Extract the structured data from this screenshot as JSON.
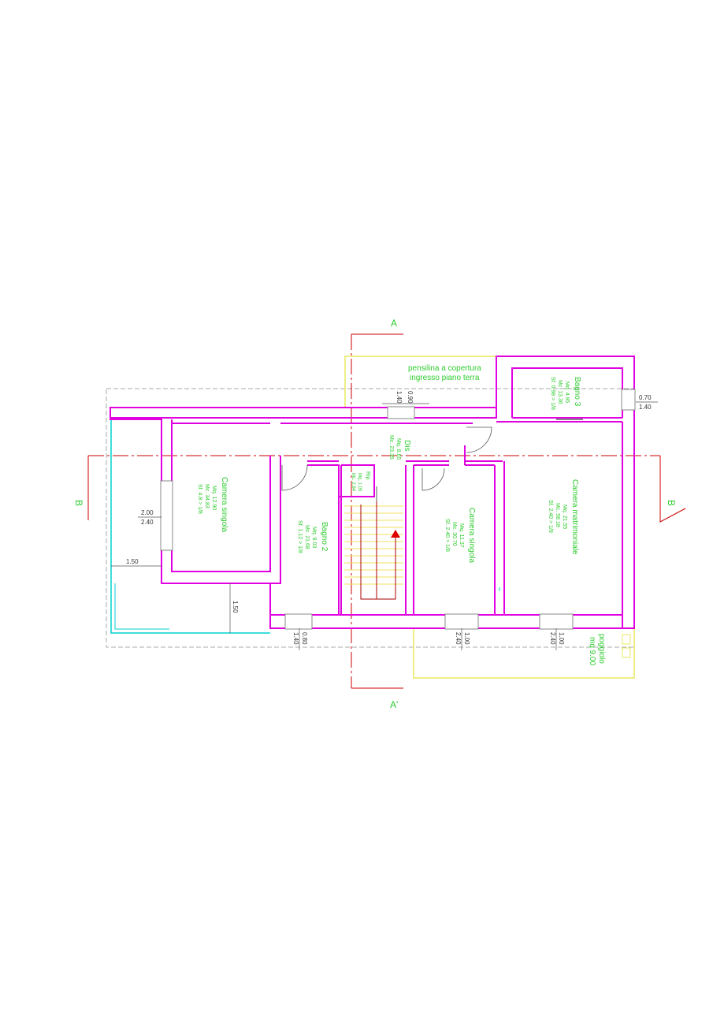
{
  "section_marks": {
    "a_top": "A",
    "a_bottom": "A'",
    "b_left": "B",
    "b_right": "B"
  },
  "notes": {
    "pensilina_line1": "pensilina a copertura",
    "pensilina_line2": "ingresso piano terra",
    "poggiolo_line1": "poggiolo",
    "poggiolo_line2": "mq 9.00"
  },
  "rooms": {
    "bagno3": {
      "name": "Bagno 3",
      "mq": "Mq. 4.95",
      "mc": "Mc. 13.36",
      "sf": "Sf. 0.98 > 1/8"
    },
    "dis": {
      "name": "Dis",
      "mq": "Mq. 8.65",
      "mc": "Mc. 23.35"
    },
    "rip": {
      "name": "Rip",
      "mq": "Mq. 1.05",
      "mc": "Mc. 2.84"
    },
    "camera_singola_1": {
      "name": "Camera singola",
      "mq": "Mq. 12.90",
      "mc": "Mc. 34.83",
      "sf": "Sf. 4.8 > 1/8"
    },
    "bagno2": {
      "name": "Bagno 2",
      "mq": "Mq. 8.03",
      "mc": "Mc. 21.68",
      "sf": "Sf. 1.12 > 1/8"
    },
    "camera_singola_2": {
      "name": "Camera singola",
      "mq": "Mq. 11.37",
      "mc": "Mc. 30.70",
      "sf": "Sf. 2.40 > 1/8"
    },
    "camera_matrimoniale": {
      "name": "Camera matrimoniale",
      "mq": "Mq. 21.55",
      "mc": "Mc. 58.18",
      "sf": "Sf. 2.40 > 1/8"
    }
  },
  "dimensions": {
    "top_window_w": "0.90",
    "top_window_h": "1.40",
    "right_window_w": "0.70",
    "right_window_h": "1.40",
    "left_window_w": "2.00",
    "left_window_h": "2.40",
    "terrace_w": "1.50",
    "terrace_h": "1.50",
    "bottom_window1_w": "0.80",
    "bottom_window1_h": "1.40",
    "bottom_window2_w": "1.00",
    "bottom_window2_h": "2.40",
    "bottom_window3_w": "1.00",
    "bottom_window3_h": "2.40"
  },
  "colors": {
    "walls": "#e000e0",
    "labels": "#2ecc2e",
    "section_line": "#cc0000",
    "covered_area": "#e8e860",
    "terrace": "#00d0d0",
    "outline": "#aaaaaa",
    "stair_steps": "#f0e060",
    "arrow": "#e00000"
  }
}
